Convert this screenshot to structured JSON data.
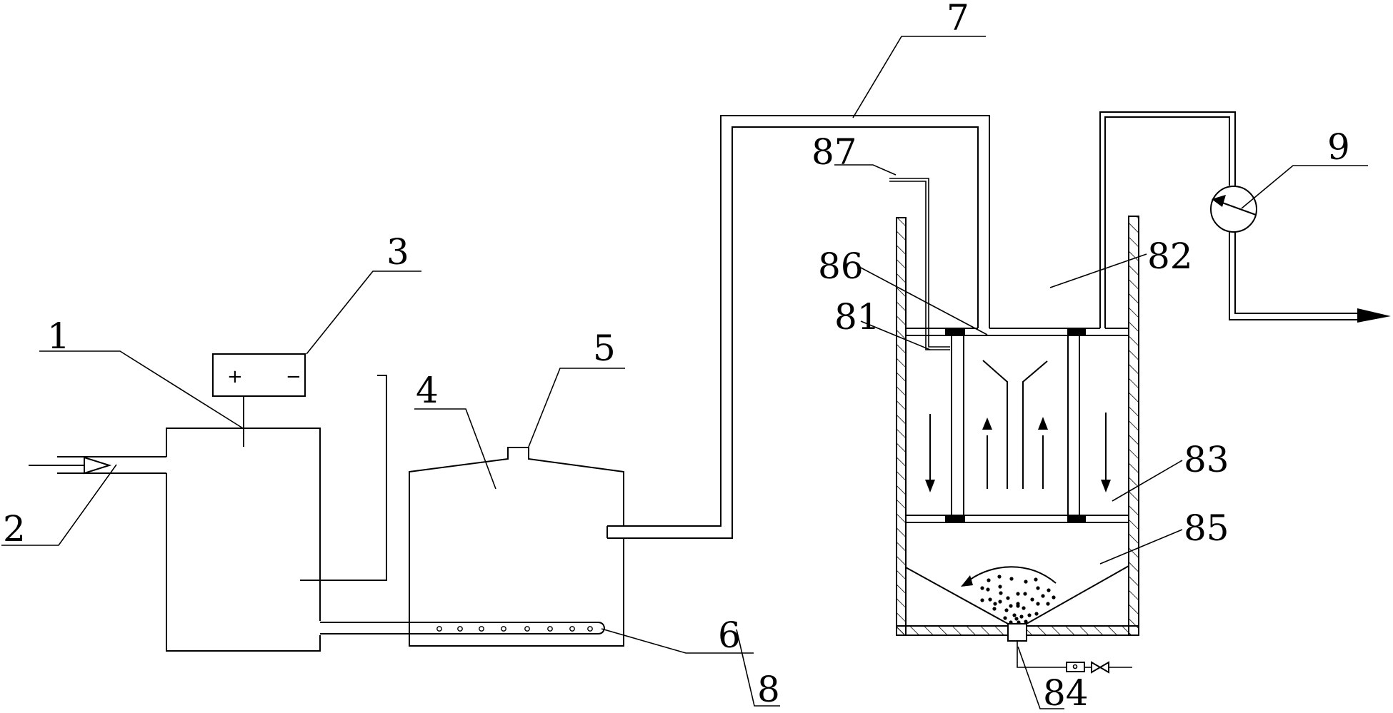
{
  "diagram": {
    "title": "Electrolytic gas generation and particle separation apparatus (patent schematic)",
    "colors": {
      "line": "#000000",
      "background": "#ffffff",
      "hatch": "#000000"
    },
    "power_supply": {
      "plus": "+",
      "minus": "−"
    },
    "labels": [
      {
        "id": "1",
        "text": "1",
        "component": "electrolytic-cell"
      },
      {
        "id": "2",
        "text": "2",
        "component": "water-inlet"
      },
      {
        "id": "3",
        "text": "3",
        "component": "dc-power-supply"
      },
      {
        "id": "4",
        "text": "4",
        "component": "reaction-tank"
      },
      {
        "id": "5",
        "text": "5",
        "component": "top-vent"
      },
      {
        "id": "6",
        "text": "6",
        "component": "perforated-gas-distributor"
      },
      {
        "id": "7",
        "text": "7",
        "component": "connecting-pipe"
      },
      {
        "id": "8",
        "text": "8",
        "component": "separation-vessel"
      },
      {
        "id": "9",
        "text": "9",
        "component": "pump"
      },
      {
        "id": "81",
        "text": "81",
        "component": "downflow-chamber-left"
      },
      {
        "id": "82",
        "text": "82",
        "component": "upflow-chamber"
      },
      {
        "id": "83",
        "text": "83",
        "component": "downflow-chamber-right"
      },
      {
        "id": "84",
        "text": "84",
        "component": "discharge-outlet"
      },
      {
        "id": "85",
        "text": "85",
        "component": "settling-chamber"
      },
      {
        "id": "86",
        "text": "86",
        "component": "funnel-guide"
      },
      {
        "id": "87",
        "text": "87",
        "component": "feed-tube"
      }
    ]
  }
}
